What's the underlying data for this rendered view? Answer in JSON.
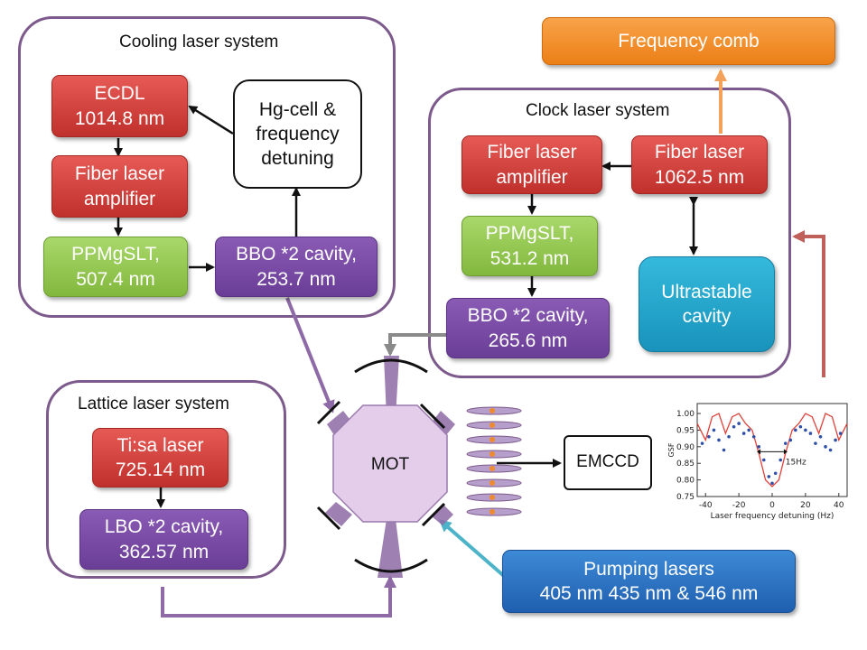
{
  "groups": {
    "cooling": "Cooling laser system",
    "clock": "Clock laser system",
    "lattice": "Lattice laser system"
  },
  "boxes": {
    "ecdl": "ECDL\n1014.8 nm",
    "fiber_amp_cooling": "Fiber laser\namplifier",
    "ppmgslt_cooling": "PPMgSLT,\n507.4 nm",
    "bbo_cooling": "BBO *2 cavity,\n253.7 nm",
    "hg_cell": "Hg-cell &\nfrequency\ndetuning",
    "frequency_comb": "Frequency comb",
    "fiber_amp_clock": "Fiber laser\namplifier",
    "fiber_laser_clock": "Fiber laser\n1062.5 nm",
    "ppmgslt_clock": "PPMgSLT,\n531.2 nm",
    "ultrastable": "Ultrastable\ncavity",
    "bbo_clock": "BBO *2 cavity,\n265.6 nm",
    "tisa": "Ti:sa laser\n725.14 nm",
    "lbo": "LBO *2 cavity,\n362.57 nm",
    "mot": "MOT",
    "emccd": "EMCCD",
    "pumping": "Pumping lasers\n405 nm 435 nm & 546 nm"
  },
  "colors": {
    "cooling_frame": "#7d5a8c",
    "red_box": "#d0403b",
    "green_box": "#92c84f",
    "purple_box": "#7a4ca6",
    "teal_box": "#25a8cf",
    "blue_box": "#2b6fc2",
    "orange_box": "#f28c28",
    "beam_purple": "#8e6aa6",
    "beam_teal": "#4db3c9",
    "arrow_orange": "#f4a25a",
    "arrow_brown": "#c0605a",
    "arrow_gray": "#8a8a8a"
  },
  "chart_data": {
    "type": "line",
    "xlabel": "Laser frequency detuning (Hz)",
    "ylabel": "GSF",
    "xlim": [
      -45,
      45
    ],
    "ylim": [
      0.75,
      1.03
    ],
    "xticks": [
      -40,
      -20,
      0,
      20,
      40
    ],
    "yticks": [
      0.75,
      0.8,
      0.85,
      0.9,
      0.95,
      1.0
    ],
    "annotation": "15Hz",
    "series": [
      {
        "style": "scatter",
        "x": [
          -42,
          -38,
          -35,
          -32,
          -29,
          -26,
          -23,
          -20,
          -17,
          -14,
          -11,
          -8,
          -5,
          -2,
          0,
          2,
          5,
          8,
          11,
          14,
          17,
          20,
          23,
          26,
          29,
          32,
          35,
          38,
          41
        ],
        "y": [
          0.91,
          0.93,
          0.95,
          0.92,
          0.89,
          0.93,
          0.96,
          0.97,
          0.94,
          0.95,
          0.93,
          0.9,
          0.86,
          0.81,
          0.79,
          0.82,
          0.86,
          0.91,
          0.92,
          0.95,
          0.96,
          0.95,
          0.94,
          0.91,
          0.93,
          0.9,
          0.89,
          0.92,
          0.94
        ]
      },
      {
        "style": "line",
        "x": [
          -45,
          -40,
          -36,
          -32,
          -28,
          -24,
          -20,
          -16,
          -12,
          -8,
          -4,
          0,
          4,
          8,
          12,
          16,
          20,
          24,
          28,
          32,
          36,
          40,
          45
        ],
        "y": [
          0.97,
          0.92,
          0.99,
          1.0,
          0.94,
          0.99,
          1.0,
          0.97,
          0.95,
          0.88,
          0.8,
          0.78,
          0.8,
          0.88,
          0.95,
          0.97,
          1.0,
          0.99,
          0.94,
          1.0,
          0.99,
          0.92,
          0.97
        ]
      }
    ]
  }
}
